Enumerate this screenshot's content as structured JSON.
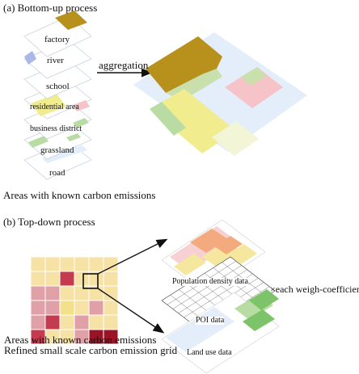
{
  "part_a": {
    "heading": "(a) Bottom-up process",
    "layers": [
      "factory",
      "river",
      "school",
      "residential area",
      "business district",
      "grassland",
      "road"
    ],
    "arrow_label": "aggregation",
    "caption": "Areas with known carbon emissions"
  },
  "part_b": {
    "heading": "(b) Top-down process",
    "caption_1": "Areas with known carbon emissions",
    "caption_2": "Refined small scale carbon emission grid",
    "weight_label": "×each weigh-coefficien",
    "layers": [
      "Population density data",
      "POI data",
      "Land use data"
    ]
  },
  "colors": {
    "factory": "#b8901c",
    "river": "#a9b8e6",
    "school": "#c9e0ad",
    "residential": "#f1ec8e",
    "business": "#f6c3c8",
    "grassland": "#b9dca4",
    "road": "#e3eefa",
    "grid_low": "#f7e2a6",
    "grid_mid": "#e0a0a7",
    "grid_high": "#c43a4f",
    "grid_max": "#9a1428",
    "pop_orange": "#f3aa7c",
    "pop_yellow": "#f6e79e",
    "pop_pink": "#f7d0d3",
    "green": "#7cc36a"
  }
}
